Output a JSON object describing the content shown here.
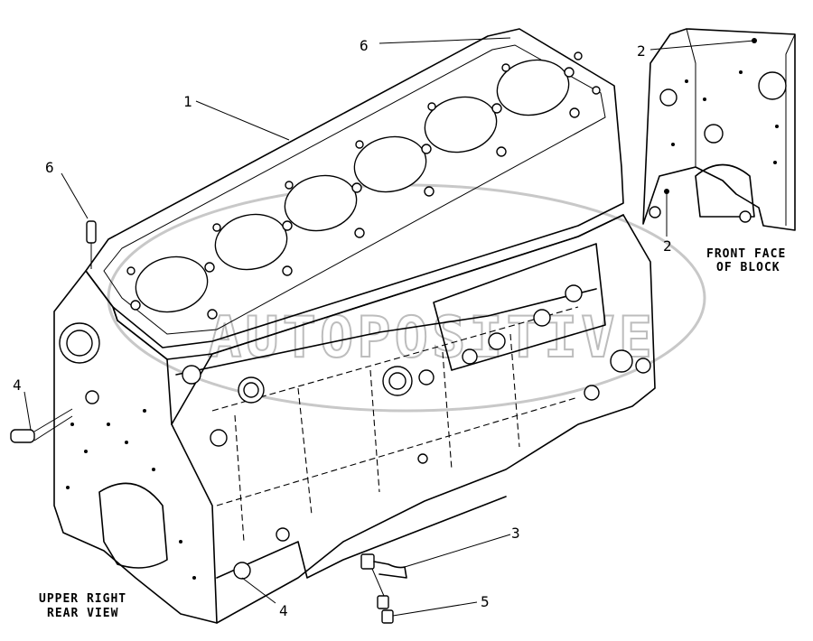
{
  "callouts": {
    "c1": "1",
    "c2a": "2",
    "c2b": "2",
    "c3": "3",
    "c4a": "4",
    "c4b": "4",
    "c5": "5",
    "c6a": "6",
    "c6b": "6"
  },
  "captions": {
    "front_line1": "FRONT FACE",
    "front_line2": "OF BLOCK",
    "rear_line1": "UPPER RIGHT",
    "rear_line2": "REAR VIEW"
  },
  "watermark": {
    "text": "AUTOPOSITIVE"
  },
  "colors": {
    "line": "#000000",
    "background": "#ffffff",
    "watermark": "#bdbdbd"
  }
}
